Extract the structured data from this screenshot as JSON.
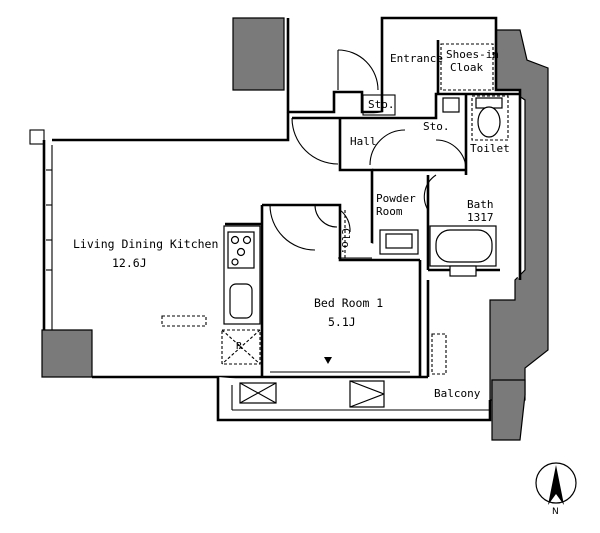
{
  "rooms": {
    "entrance": "Entrance",
    "shoes_in_cloak_line1": "Shoes-in",
    "shoes_in_cloak_line2": "Cloak",
    "storage_1": "Sto.",
    "storage_2": "Sto.",
    "hall": "Hall",
    "toilet": "Toilet",
    "powder_room_line1": "Powder",
    "powder_room_line2": "Room",
    "bath_line1": "Bath",
    "bath_line2": "1317",
    "closet": "Clo.",
    "ldk_name": "Living Dining Kitchen",
    "ldk_size": "12.6J",
    "bedroom_name": "Bed Room 1",
    "bedroom_size": "5.1J",
    "balcony": "Balcony"
  },
  "fixtures": {
    "refrigerator_mark": "R"
  },
  "compass": {
    "north_label": "N"
  }
}
